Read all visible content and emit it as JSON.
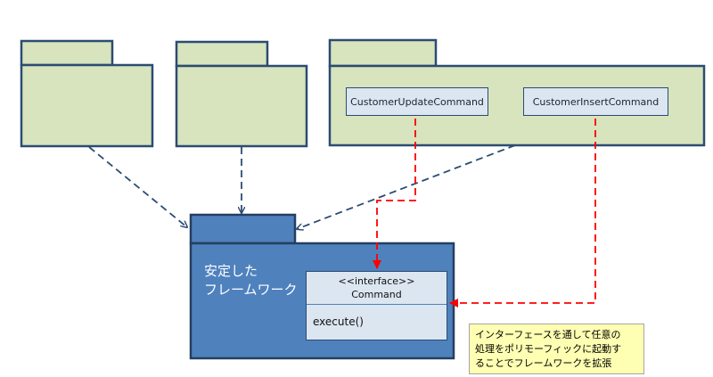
{
  "colors": {
    "package_fill": "#d7e4bd",
    "package_border": "#2b4c73",
    "framework_fill": "#4f81bd",
    "framework_border": "#243f60",
    "dependency_arrow": "#2b4c73",
    "realization_arrow": "#ff0000",
    "note_fill": "#ffffb3"
  },
  "classes": {
    "update": "CustomerUpdateCommand",
    "insert": "CustomerInsertCommand"
  },
  "framework": {
    "label": "安定した\nフレームワーク"
  },
  "command_interface": {
    "stereotype": "<<interface>>",
    "name": "Command",
    "operation": "execute()"
  },
  "note": {
    "lines": [
      "インターフェースを通して任意の",
      "処理をポリモーフィックに起動す",
      "ることでフレームワークを拡張"
    ]
  }
}
